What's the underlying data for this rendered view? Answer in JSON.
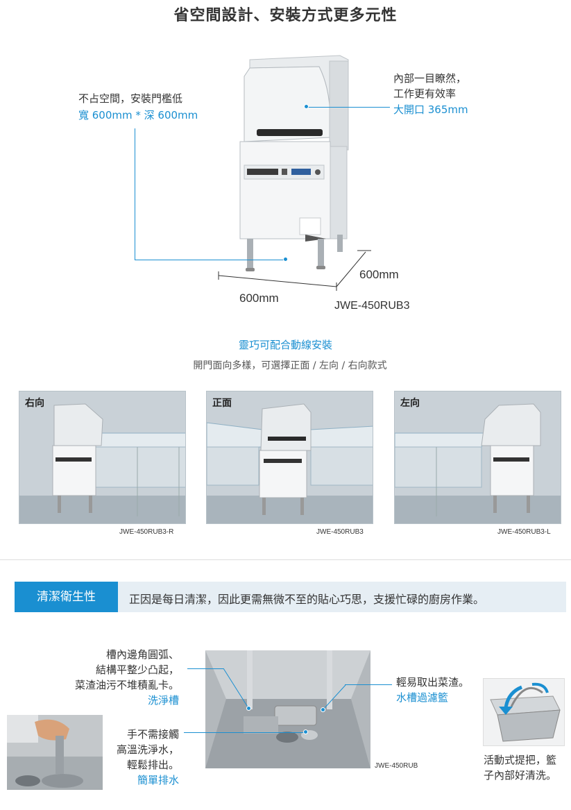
{
  "header": {
    "title": "省空間設計、安裝方式更多元性"
  },
  "space_section": {
    "left_note": {
      "line1": "不占空間，安裝門檻低",
      "line2": "寬 600mm * 深 600mm"
    },
    "right_note": {
      "line1": "內部一目瞭然，",
      "line2": "工作更有效率",
      "line3": "大開口 365mm"
    },
    "dim_depth": "600mm",
    "dim_width": "600mm",
    "model": "JWE-450RUB3"
  },
  "install_section": {
    "heading": "靈巧可配合動線安裝",
    "subheading": "開門面向多樣，可選擇正面 / 左向 / 右向款式",
    "panels": [
      {
        "label": "右向",
        "model": "JWE-450RUB3-R"
      },
      {
        "label": "正面",
        "model": "JWE-450RUB3"
      },
      {
        "label": "左向",
        "model": "JWE-450RUB3-L"
      }
    ]
  },
  "hygiene_section": {
    "badge": "清潔衛生性",
    "banner_text": "正因是每日清潔，因此更需無微不至的貼心巧思，支援忙碌的廚房作業。",
    "tank_note": {
      "line1": "槽內邊角圓弧、",
      "line2": "結構平整少凸起，",
      "line3": "菜渣油污不堆積亂卡。",
      "label": "洗淨槽"
    },
    "drain_note": {
      "line1": "手不需接觸",
      "line2": "高溫洗淨水，",
      "line3": "輕鬆排出。",
      "label": "簡單排水"
    },
    "filter_note": {
      "line1": "輕易取出菜渣。",
      "label": "水槽過濾籃"
    },
    "basket_note": {
      "line1": "活動式提把，籃",
      "line2": "子內部好清洗。"
    },
    "photo_model": "JWE-450RUB"
  },
  "colors": {
    "accent": "#1a8fd1",
    "text": "#333333",
    "banner_bg": "#e6eef4"
  }
}
